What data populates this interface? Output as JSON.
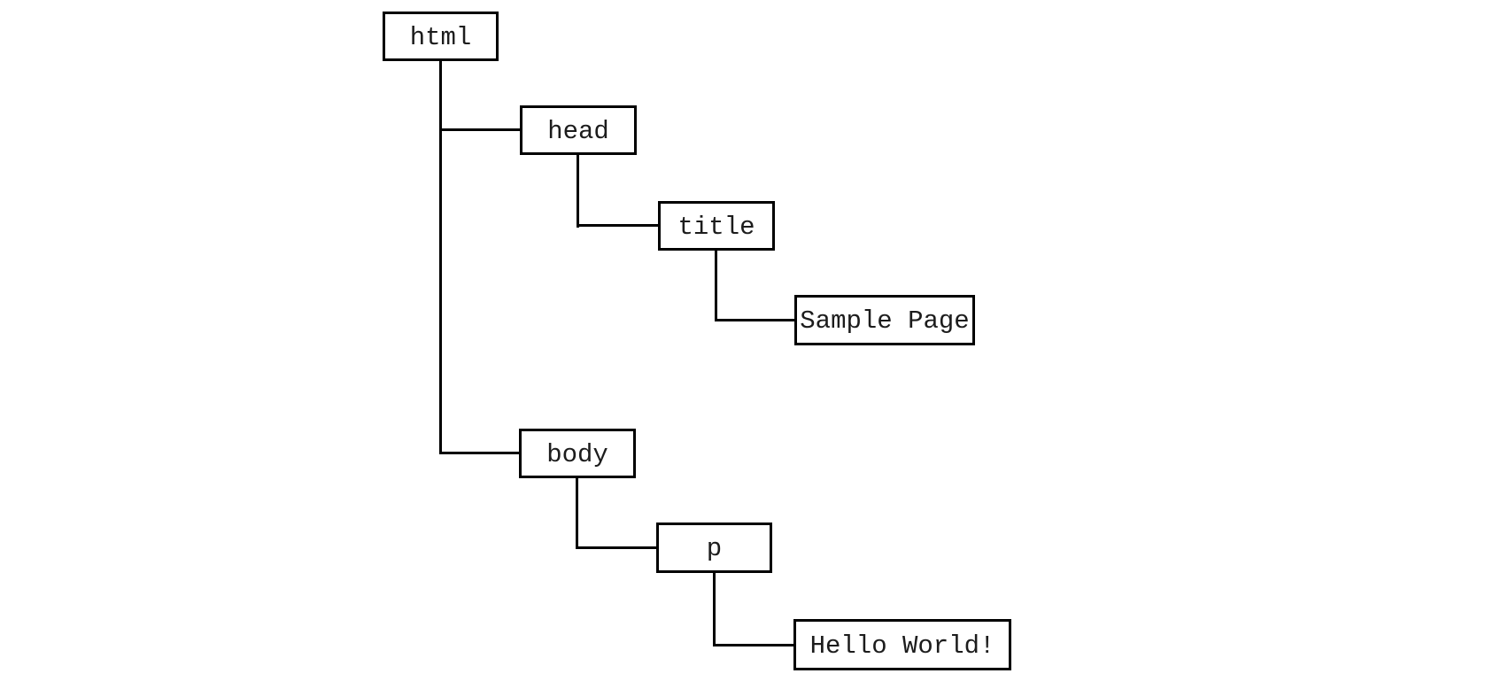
{
  "diagram": {
    "type": "tree",
    "nodes": [
      {
        "id": "html",
        "label": "html"
      },
      {
        "id": "head",
        "label": "head"
      },
      {
        "id": "title",
        "label": "title"
      },
      {
        "id": "sample-page",
        "label": "Sample Page"
      },
      {
        "id": "body",
        "label": "body"
      },
      {
        "id": "p",
        "label": "p"
      },
      {
        "id": "hello-world",
        "label": "Hello World!"
      }
    ],
    "edges": [
      {
        "from": "html",
        "to": "head"
      },
      {
        "from": "html",
        "to": "body"
      },
      {
        "from": "head",
        "to": "title"
      },
      {
        "from": "title",
        "to": "sample-page"
      },
      {
        "from": "body",
        "to": "p"
      },
      {
        "from": "p",
        "to": "hello-world"
      }
    ],
    "colors": {
      "line": "#000000",
      "box_border": "#000000",
      "box_fill": "#ffffff",
      "text": "#1c1c1c",
      "background": "#ffffff"
    }
  }
}
